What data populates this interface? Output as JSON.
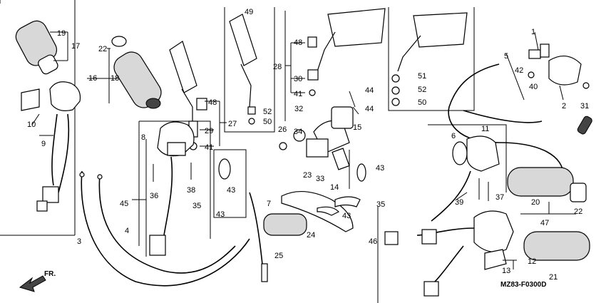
{
  "diagram": {
    "drawing_code": "MZ83-F0300D",
    "direction_label": "FR.",
    "callouts": [
      "1",
      "2",
      "3",
      "4",
      "5",
      "6",
      "7",
      "8",
      "9",
      "10",
      "11",
      "12",
      "13",
      "14",
      "15",
      "16",
      "17",
      "18",
      "19",
      "20",
      "21",
      "22",
      "23",
      "24",
      "25",
      "26",
      "27",
      "28",
      "29",
      "30",
      "31",
      "32",
      "33",
      "34",
      "35",
      "36",
      "37",
      "38",
      "39",
      "40",
      "41",
      "42",
      "43",
      "44",
      "45",
      "46",
      "47",
      "48",
      "49",
      "50",
      "51",
      "52"
    ]
  }
}
